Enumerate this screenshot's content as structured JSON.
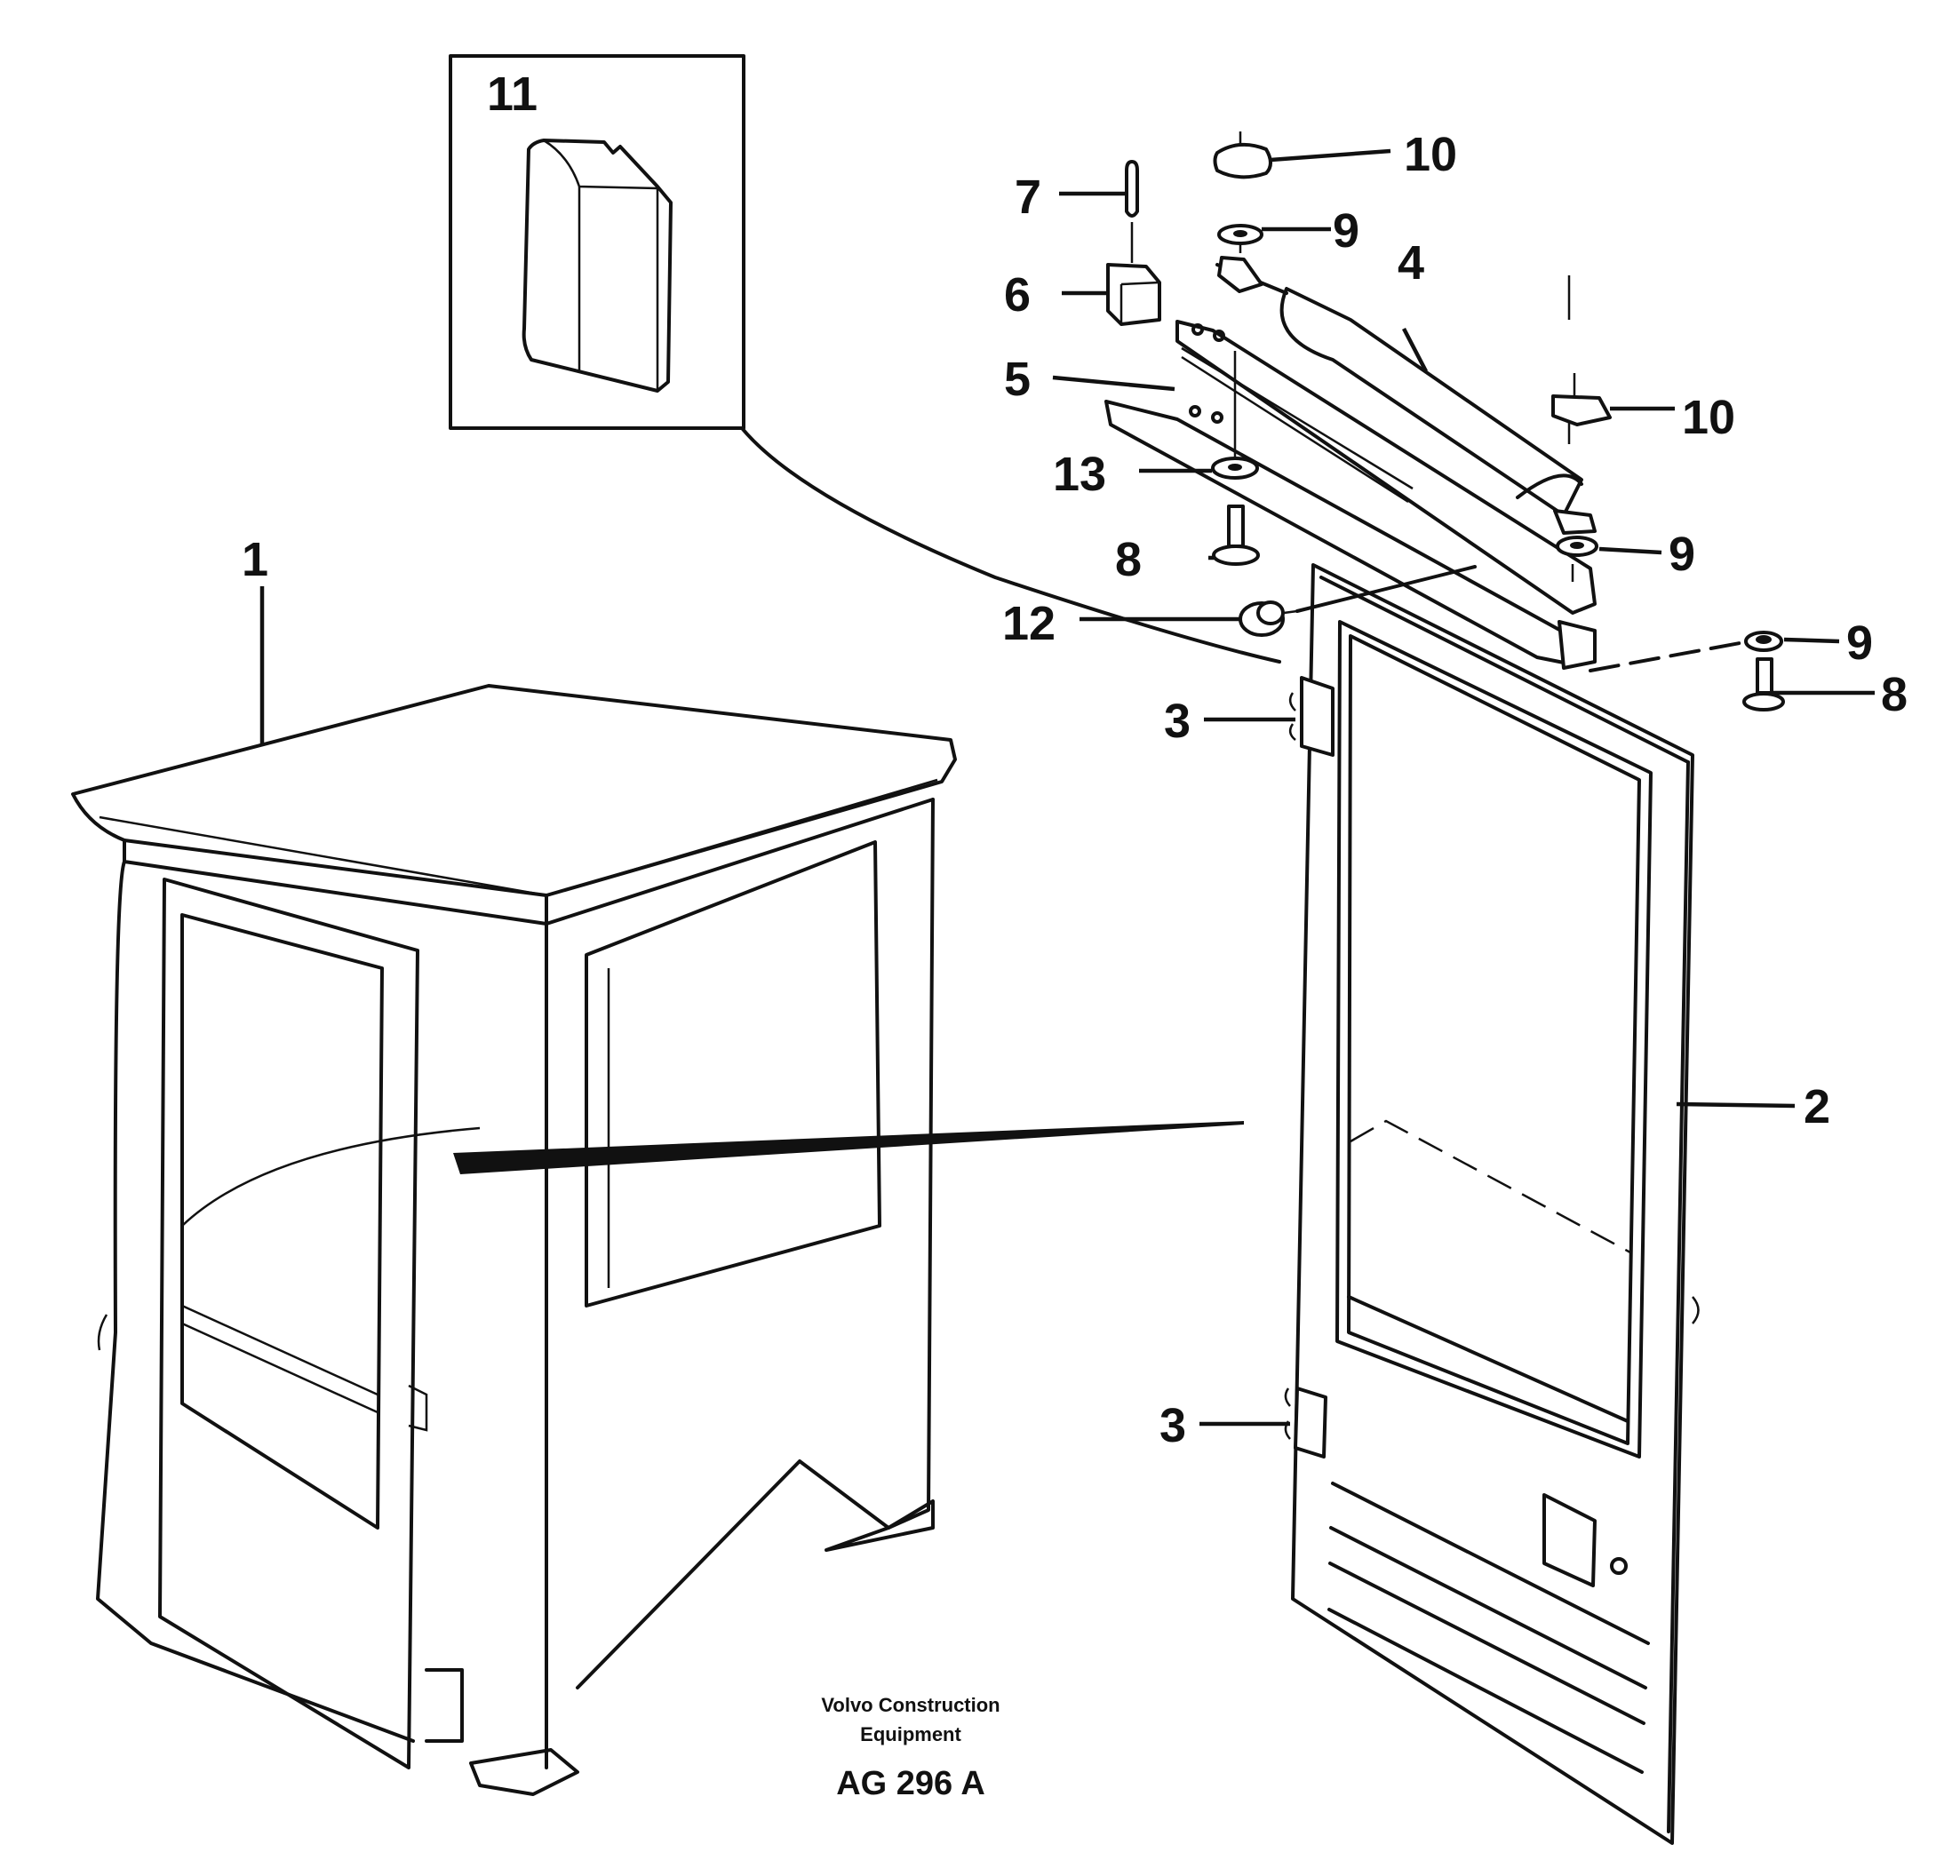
{
  "callouts": {
    "n1": "1",
    "n2": "2",
    "n3a": "3",
    "n3b": "3",
    "n4": "4",
    "n5": "5",
    "n6": "6",
    "n7": "7",
    "n8a": "8",
    "n8b": "8",
    "n9a": "9",
    "n9b": "9",
    "n9c": "9",
    "n10a": "10",
    "n10b": "10",
    "n11": "11",
    "n12": "12",
    "n13": "13"
  },
  "footer": {
    "credit_line1": "Volvo Construction",
    "credit_line2": "Equipment",
    "drawing_code": "AG 296 A"
  },
  "colors": {
    "ink": "#111111",
    "paper": "#ffffff"
  }
}
